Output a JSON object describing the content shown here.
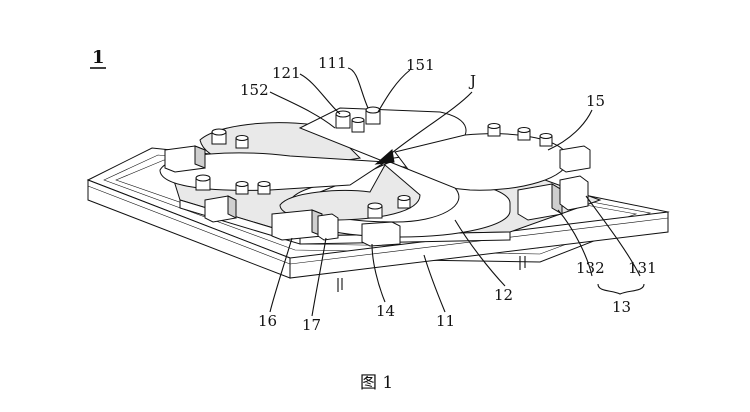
{
  "figure_number": "1",
  "caption": "图 1",
  "labels": {
    "l111": "111",
    "l121": "121",
    "l151": "151",
    "l152": "152",
    "lJ": "J",
    "l15": "15",
    "l132": "132",
    "l131": "131",
    "l13": "13",
    "l12": "12",
    "l11": "11",
    "l14": "14",
    "l16": "16",
    "l17": "17"
  }
}
